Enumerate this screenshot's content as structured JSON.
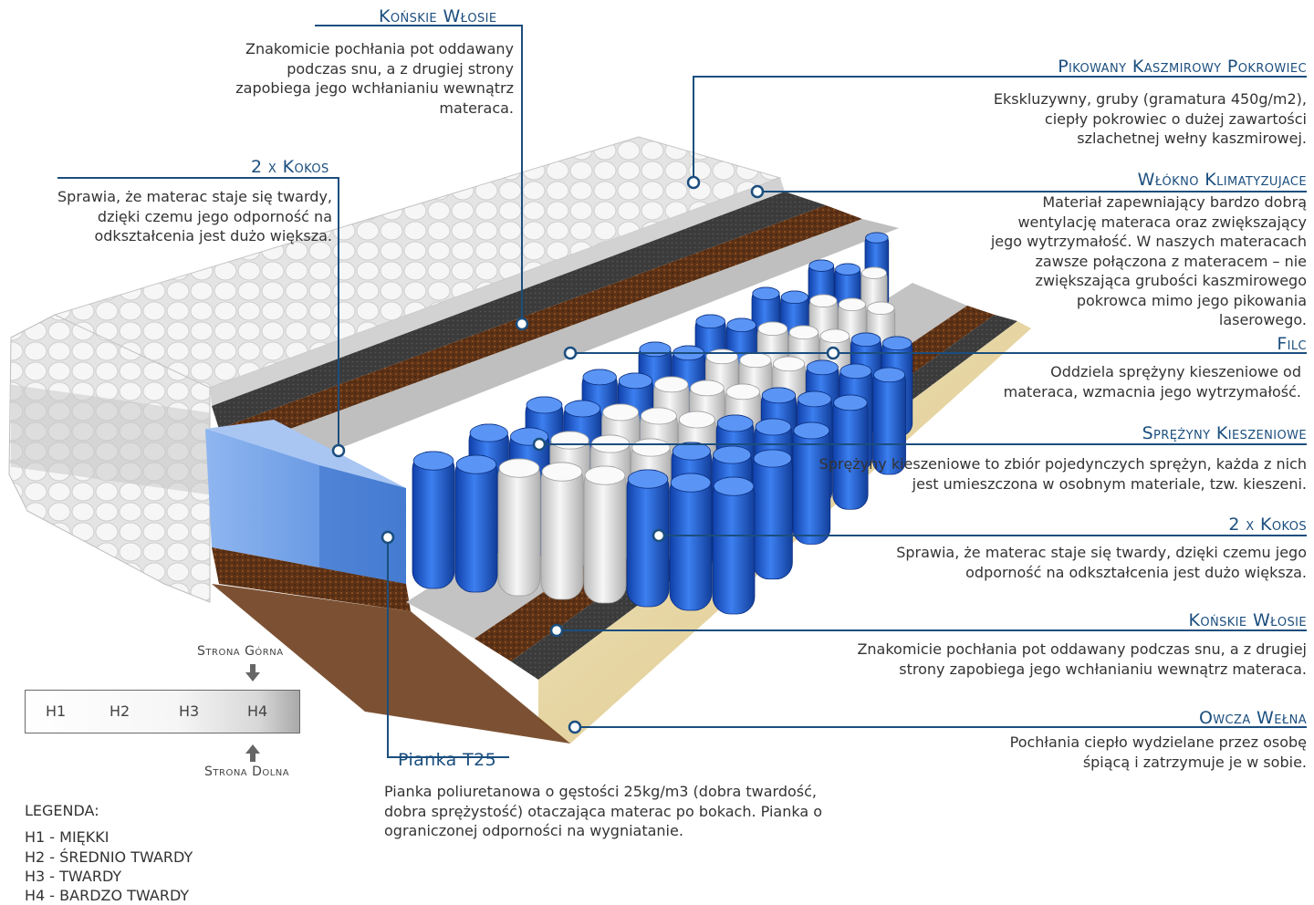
{
  "annotations": {
    "top_horsehair": {
      "title": "Końskie Włosie",
      "lines": [
        "Znakomicie pochłania pot oddawany",
        "podczas snu, a z drugiej strony",
        "zapobiega jego wchłanianiu wewnątrz",
        "materaca."
      ]
    },
    "top_coconut": {
      "title": "2 x Kokos",
      "lines": [
        "Sprawia, że materac staje się twardy,",
        "dzięki czemu jego odporność na",
        "odkształcenia jest dużo większa."
      ]
    },
    "cover": {
      "title": "Pikowany Kaszmirowy Pokrowiec",
      "lines": [
        "Ekskluzywny, gruby (gramatura 450g/m2),",
        "ciepły pokrowiec o dużej zawartości",
        "szlachetnej wełny kaszmirowej."
      ]
    },
    "climate_fiber": {
      "title": "Włókno Klimatyzujace",
      "lines": [
        "Materiał zapewniający bardzo dobrą",
        "wentylację materaca oraz zwiększający",
        "jego wytrzymałość. W naszych materacach",
        "zawsze połączona z materacem – nie",
        "zwiększająca grubości kaszmirowego",
        "pokrowca mimo jego pikowania",
        "laserowego."
      ]
    },
    "felt": {
      "title": "Filc",
      "lines": [
        "Oddziela sprężyny kieszeniowe od",
        "materaca, wzmacnia jego wytrzymałość."
      ]
    },
    "pocket_springs": {
      "title": "Sprężyny Kieszeniowe",
      "lines": [
        "Sprężyny kieszeniowe to zbiór pojedynczych sprężyn, każda z nich",
        "jest umieszczona w osobnym materiale, tzw. kieszeni."
      ]
    },
    "bottom_coconut": {
      "title": "2 x Kokos",
      "lines": [
        "Sprawia, że materac staje się twardy, dzięki czemu jego",
        "odporność na odkształcenia jest dużo większa."
      ]
    },
    "bottom_horsehair": {
      "title": "Końskie Włosie",
      "lines": [
        "Znakomicie pochłania pot oddawany podczas snu, a z drugiej",
        "strony zapobiega jego wchłanianiu wewnątrz materaca."
      ]
    },
    "sheep_wool": {
      "title": "Owcza Wełna",
      "lines": [
        "Pochłania ciepło wydzielane przez osobę",
        "śpiącą i zatrzymuje je w sobie."
      ]
    },
    "foam": {
      "title": "Pianka T25",
      "lines": [
        "Pianka poliuretanowa o gęstości 25kg/m3 (dobra twardość,",
        "dobra sprężystość) otaczająca materac po bokach. Pianka o",
        "ograniczonej odporności na wygniatanie."
      ]
    }
  },
  "firmness_scale": {
    "top_side_label": "Strona Górna",
    "bottom_side_label": "Strona Dolna",
    "cells": [
      "H1",
      "H2",
      "H3",
      "H4"
    ],
    "top_side_firmness": "H4",
    "bottom_side_firmness": "H4"
  },
  "legend": {
    "heading": "LEGENDA:",
    "items": [
      "H1 - MIĘKKI",
      "H2 - ŚREDNIO TWARDY",
      "H3 - TWARDY",
      "H4 - BARDZO TWARDY"
    ]
  },
  "colors": {
    "accent": "#1b4e7e",
    "spring_blue": "#1f5fd0",
    "spring_white": "#e6e6e6",
    "coconut_brown": "#6a3a1a",
    "horsehair_dark": "#3a3a3a",
    "foam_blue": "#5c93e4",
    "wool_cream": "#e9d9a6"
  }
}
